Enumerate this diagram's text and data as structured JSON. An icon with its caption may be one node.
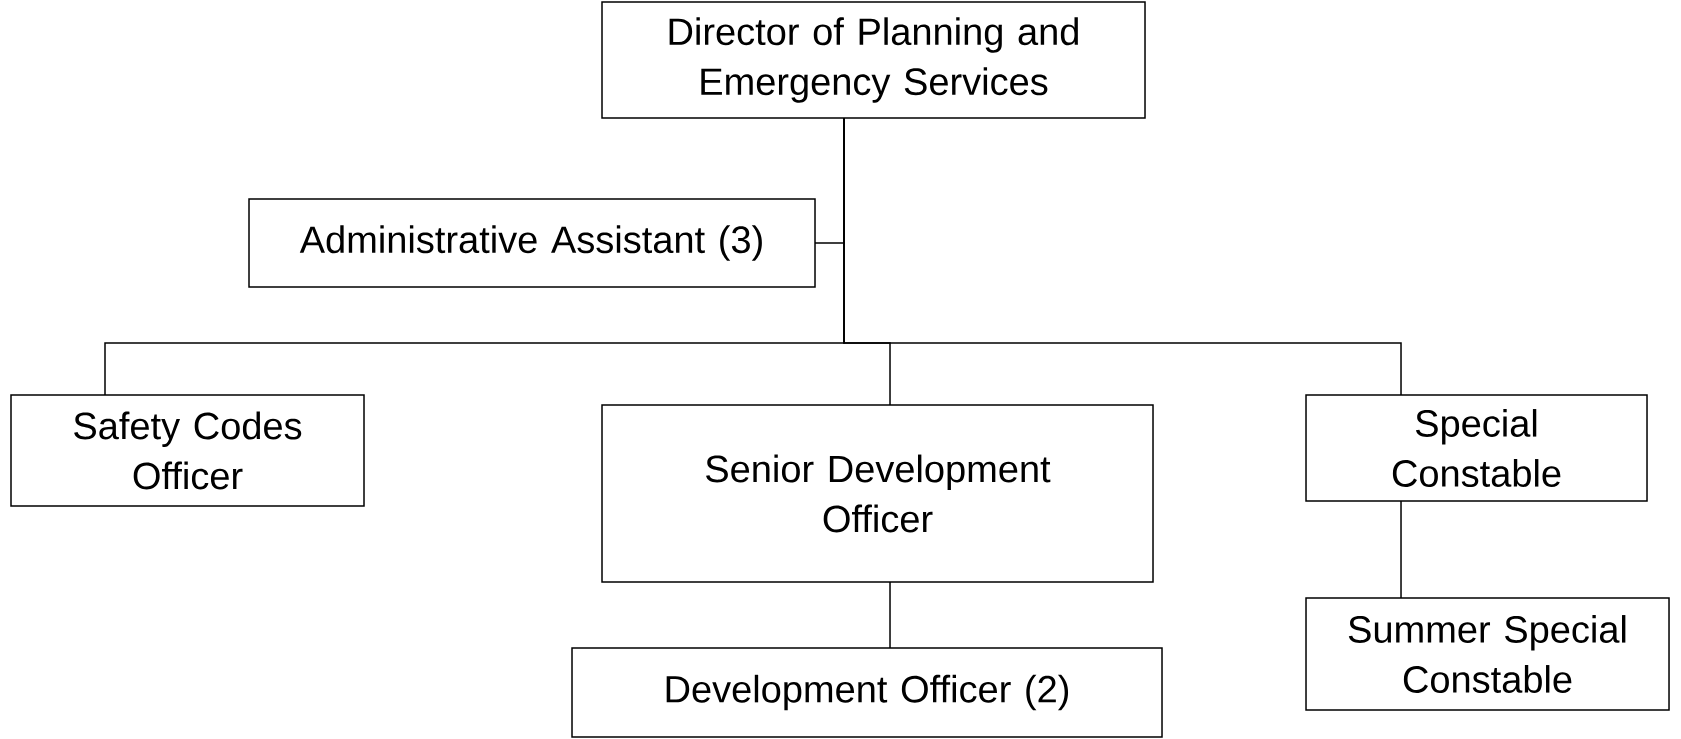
{
  "diagram": {
    "nodes": [
      {
        "text": [
          "Director of Planning and Emergency Services"
        ]
      },
      {
        "text": [
          "Administrative Assistant (3)"
        ]
      },
      {
        "text": [
          "Safety Codes Officer"
        ]
      },
      {
        "text": [
          "Senior Development Officer"
        ]
      },
      {
        "text": [
          "Special Constable"
        ]
      },
      {
        "text": [
          "Development Officer (2)"
        ]
      },
      {
        "text": [
          "Summer Special Constable"
        ]
      }
    ],
    "edges": [
      {
        "from": 0,
        "to": 1,
        "arrow": "none"
      },
      {
        "from": 0,
        "to": 2,
        "arrow": "none"
      },
      {
        "from": 0,
        "to": 3,
        "arrow": "none"
      },
      {
        "from": 0,
        "to": 4,
        "arrow": "none"
      },
      {
        "from": 3,
        "to": 5,
        "arrow": "none"
      },
      {
        "from": 4,
        "to": 6,
        "arrow": "none"
      }
    ]
  }
}
